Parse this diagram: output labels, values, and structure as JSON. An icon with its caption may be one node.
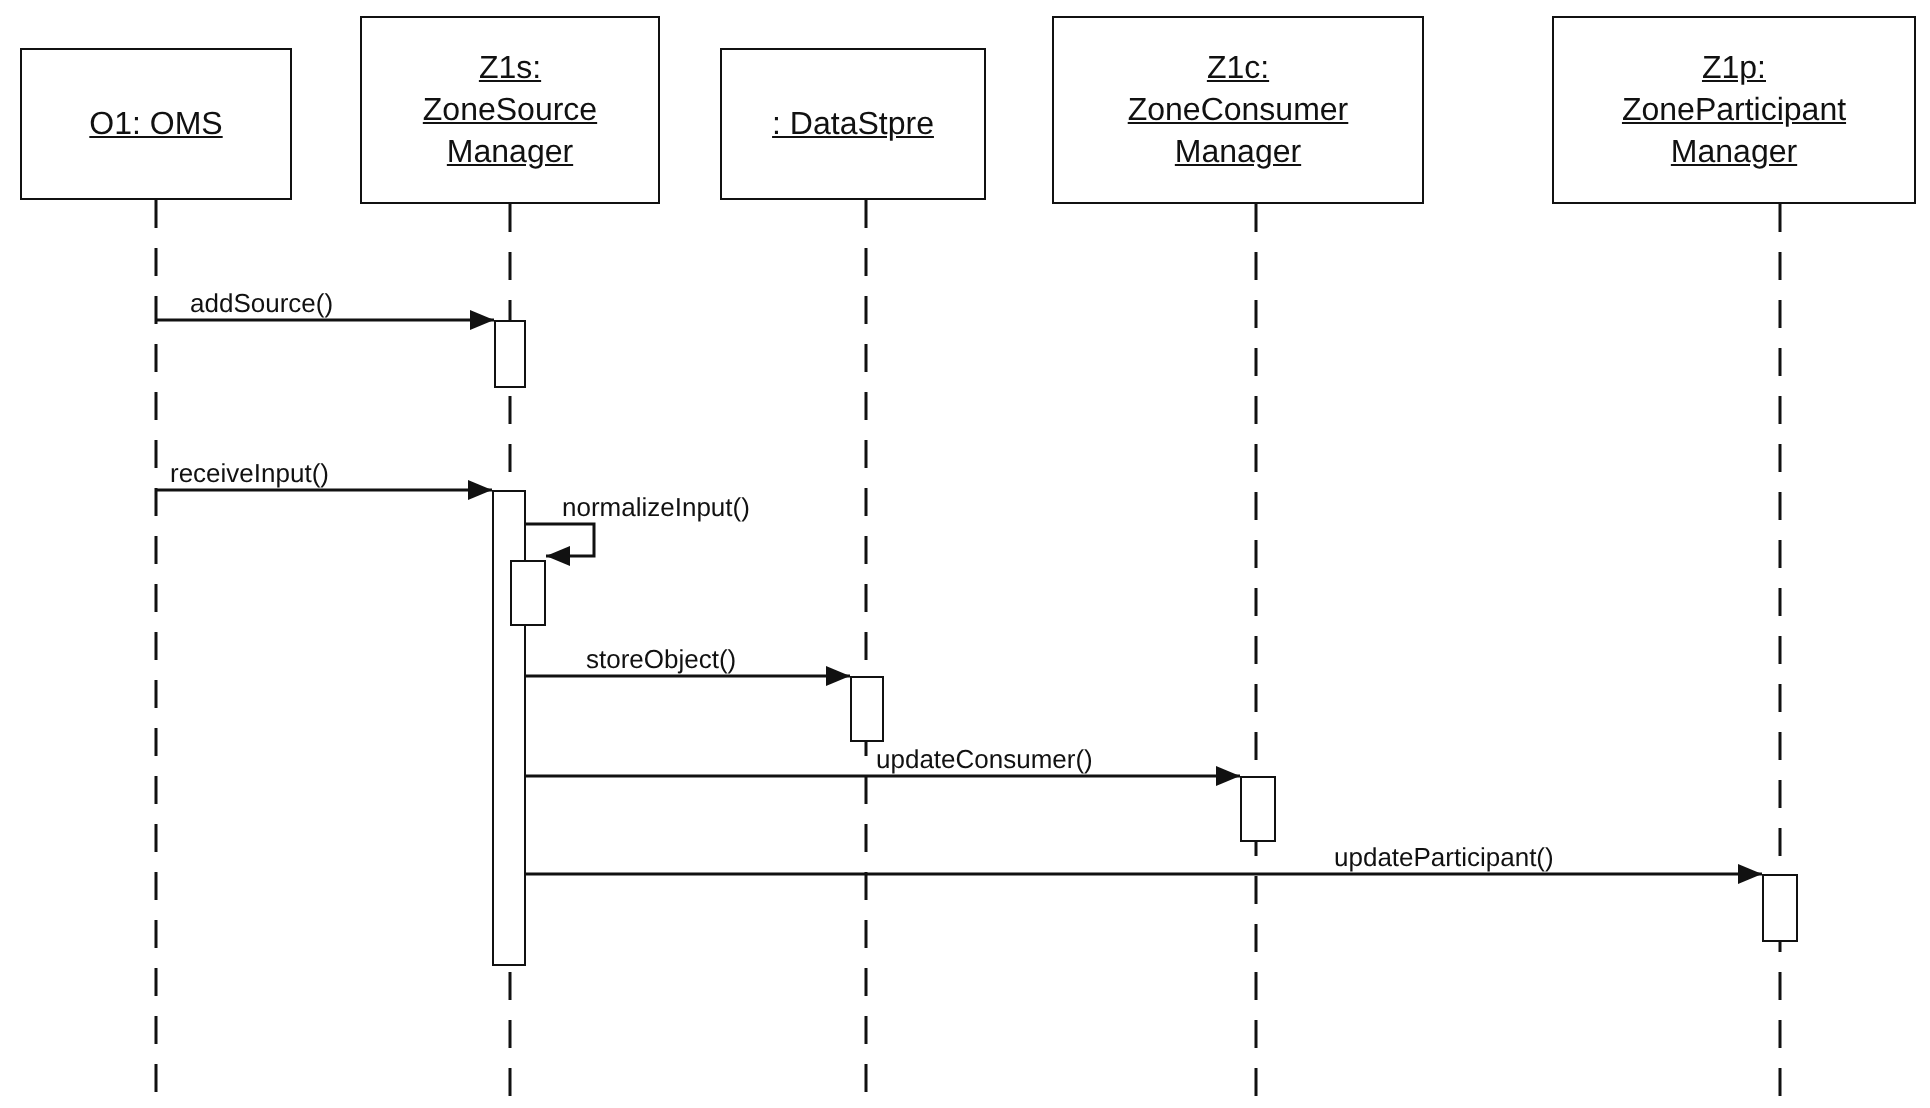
{
  "diagram": {
    "nodes": [
      {
        "text": [
          "O1: OMS"
        ]
      },
      {
        "text": [
          "Z1s: ZoneSource Manager"
        ]
      },
      {
        "text": [
          ": DataStpre"
        ]
      },
      {
        "text": [
          "Z1c: ZoneConsumer Manager"
        ]
      },
      {
        "text": [
          "Z1p: ZoneParticipant Manager"
        ]
      },
      {
        "text": [],
        "shape": "bar"
      },
      {
        "text": [],
        "shape": "bar"
      },
      {
        "text": [],
        "shape": "bar"
      },
      {
        "text": [],
        "shape": "bar"
      },
      {
        "text": [],
        "shape": "bar"
      },
      {
        "text": [],
        "shape": "bar"
      }
    ],
    "edges": [
      {
        "from": null,
        "to": 5,
        "arrow": "to",
        "label": "addSource()"
      },
      {
        "from": null,
        "to": 6,
        "arrow": "to",
        "label": "receiveInput()"
      },
      {
        "from": 6,
        "to": 7,
        "arrow": "to",
        "label": "normalizeInput()"
      },
      {
        "from": 6,
        "to": 8,
        "arrow": "to",
        "label": "storeObject()"
      },
      {
        "from": 6,
        "to": 9,
        "arrow": "to",
        "label": "updateConsumer()"
      },
      {
        "from": 6,
        "to": 10,
        "arrow": "to",
        "label": "updateParticipant()"
      }
    ]
  }
}
